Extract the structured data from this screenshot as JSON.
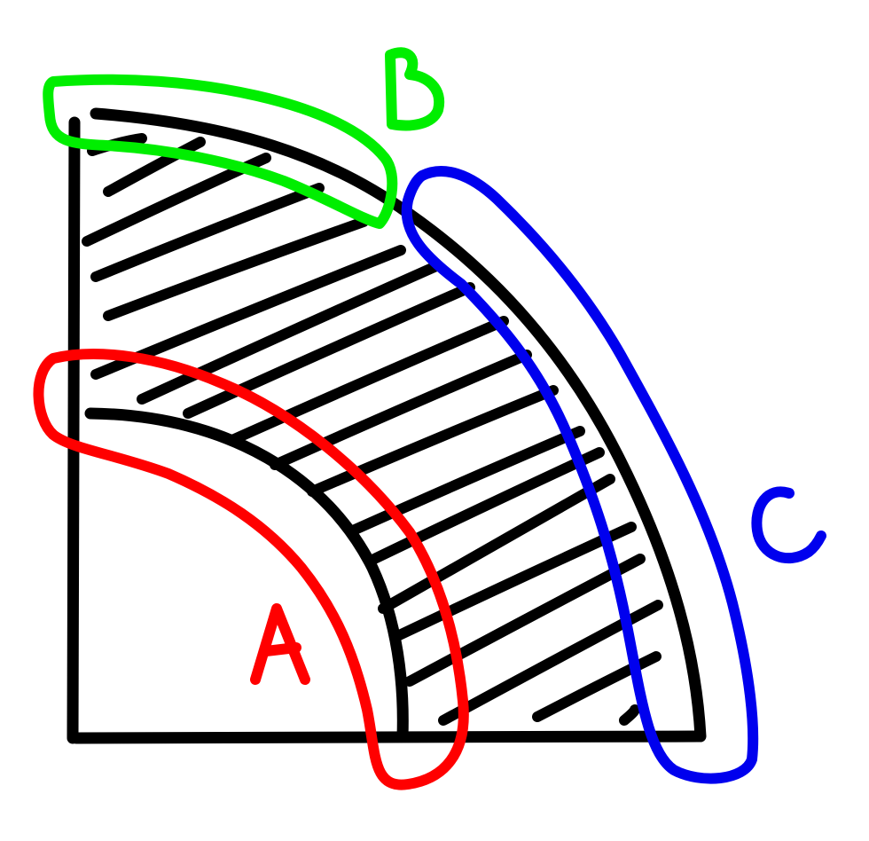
{
  "labels": {
    "a": "A",
    "b": "B",
    "c": "C"
  },
  "colors": {
    "ink": "#000000",
    "region_a": "#ff0000",
    "region_b": "#00ee00",
    "region_c": "#0000ee",
    "background": "#ffffff"
  }
}
